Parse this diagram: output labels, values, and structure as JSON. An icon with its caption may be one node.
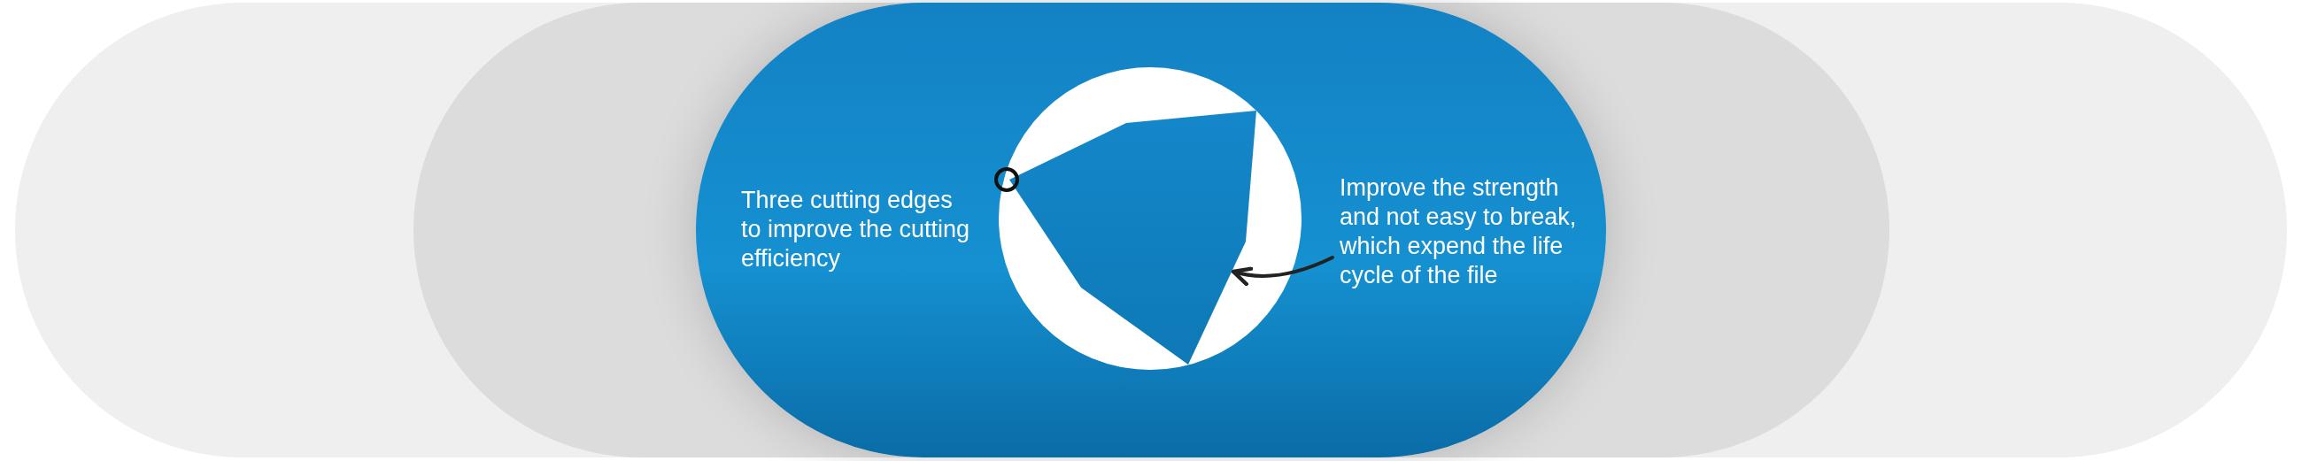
{
  "diagram": {
    "nodes": [
      {
        "text": [
          "Three cutting edges to improve the cutting efficiency"
        ]
      },
      {
        "text": [
          "Improve the strength and not easy to break, which expend the life cycle of the file"
        ],
        "in": 0
      },
      {
        "text": [],
        "shape": "polygon",
        "in": 0
      }
    ],
    "edges": [
      {
        "from": 1,
        "to": 2,
        "arrow": "to"
      }
    ]
  }
}
